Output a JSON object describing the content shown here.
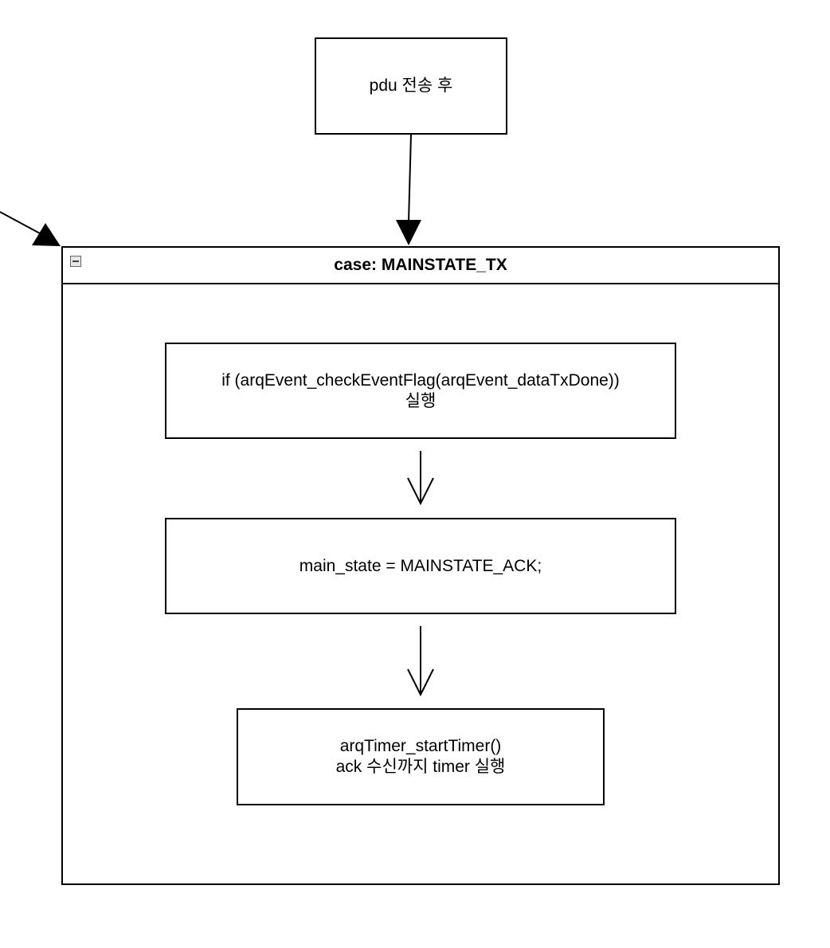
{
  "diagram": {
    "top_node": {
      "label": "pdu 전송 후"
    },
    "container": {
      "title": "case: MAINSTATE_TX",
      "toggle_icon": "minus-square-icon"
    },
    "steps": [
      {
        "line1": "if (arqEvent_checkEventFlag(arqEvent_dataTxDone))",
        "line2": "실행"
      },
      {
        "line1": "main_state = MAINSTATE_ACK;"
      },
      {
        "line1": "arqTimer_startTimer()",
        "line2": "ack 수신까지 timer 실행"
      }
    ],
    "colors": {
      "stroke": "#000000",
      "background": "#ffffff",
      "toggle_fill": "#e6e6e6"
    }
  }
}
